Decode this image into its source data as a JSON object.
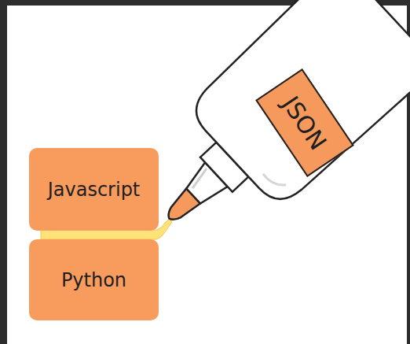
{
  "diagram": {
    "nodes": [
      {
        "text": [
          "JSON"
        ]
      },
      {
        "text": [
          "Javascript"
        ]
      },
      {
        "text": [
          "Python"
        ]
      }
    ]
  }
}
